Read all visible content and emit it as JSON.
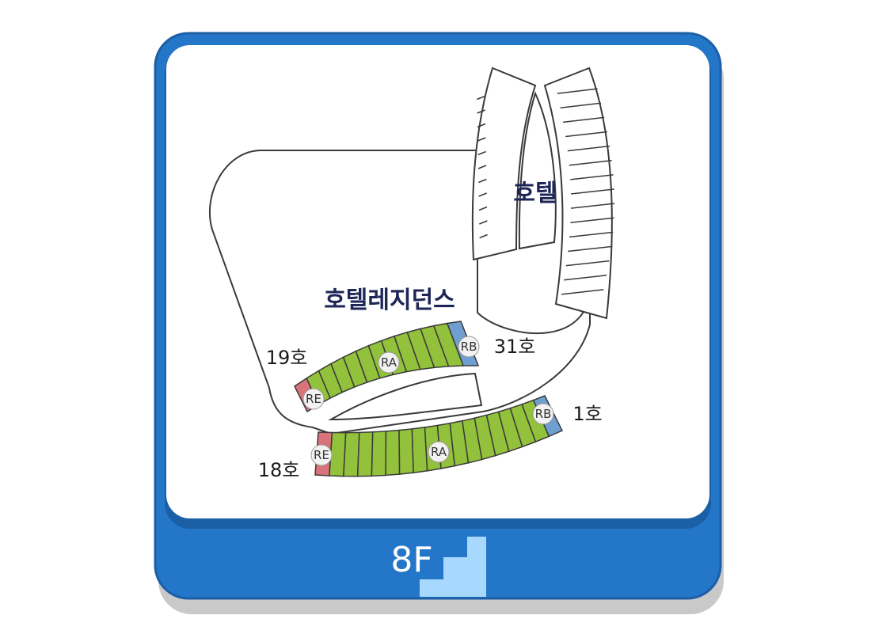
{
  "floor": "8F",
  "labels": {
    "hotel": "호텔",
    "hotel_residence": "호텔레지던스",
    "room_19": "19호",
    "room_31": "31호",
    "room_1": "1호",
    "room_18": "18호"
  },
  "unit_types": {
    "ra_upper": "RA",
    "ra_lower": "RA",
    "rb_upper": "RB",
    "rb_lower": "RB",
    "re_upper": "RE",
    "re_lower": "RE"
  },
  "colors": {
    "frame_blue": "#2477c8",
    "frame_border": "#1b5fa6",
    "ra_green": "#92c13b",
    "rb_blue": "#6f9ed0",
    "re_red": "#d9737a",
    "stair_light_blue": "#a9d8ff",
    "label_navy": "#1e2657"
  },
  "icons": [
    "stair-step-icon"
  ]
}
